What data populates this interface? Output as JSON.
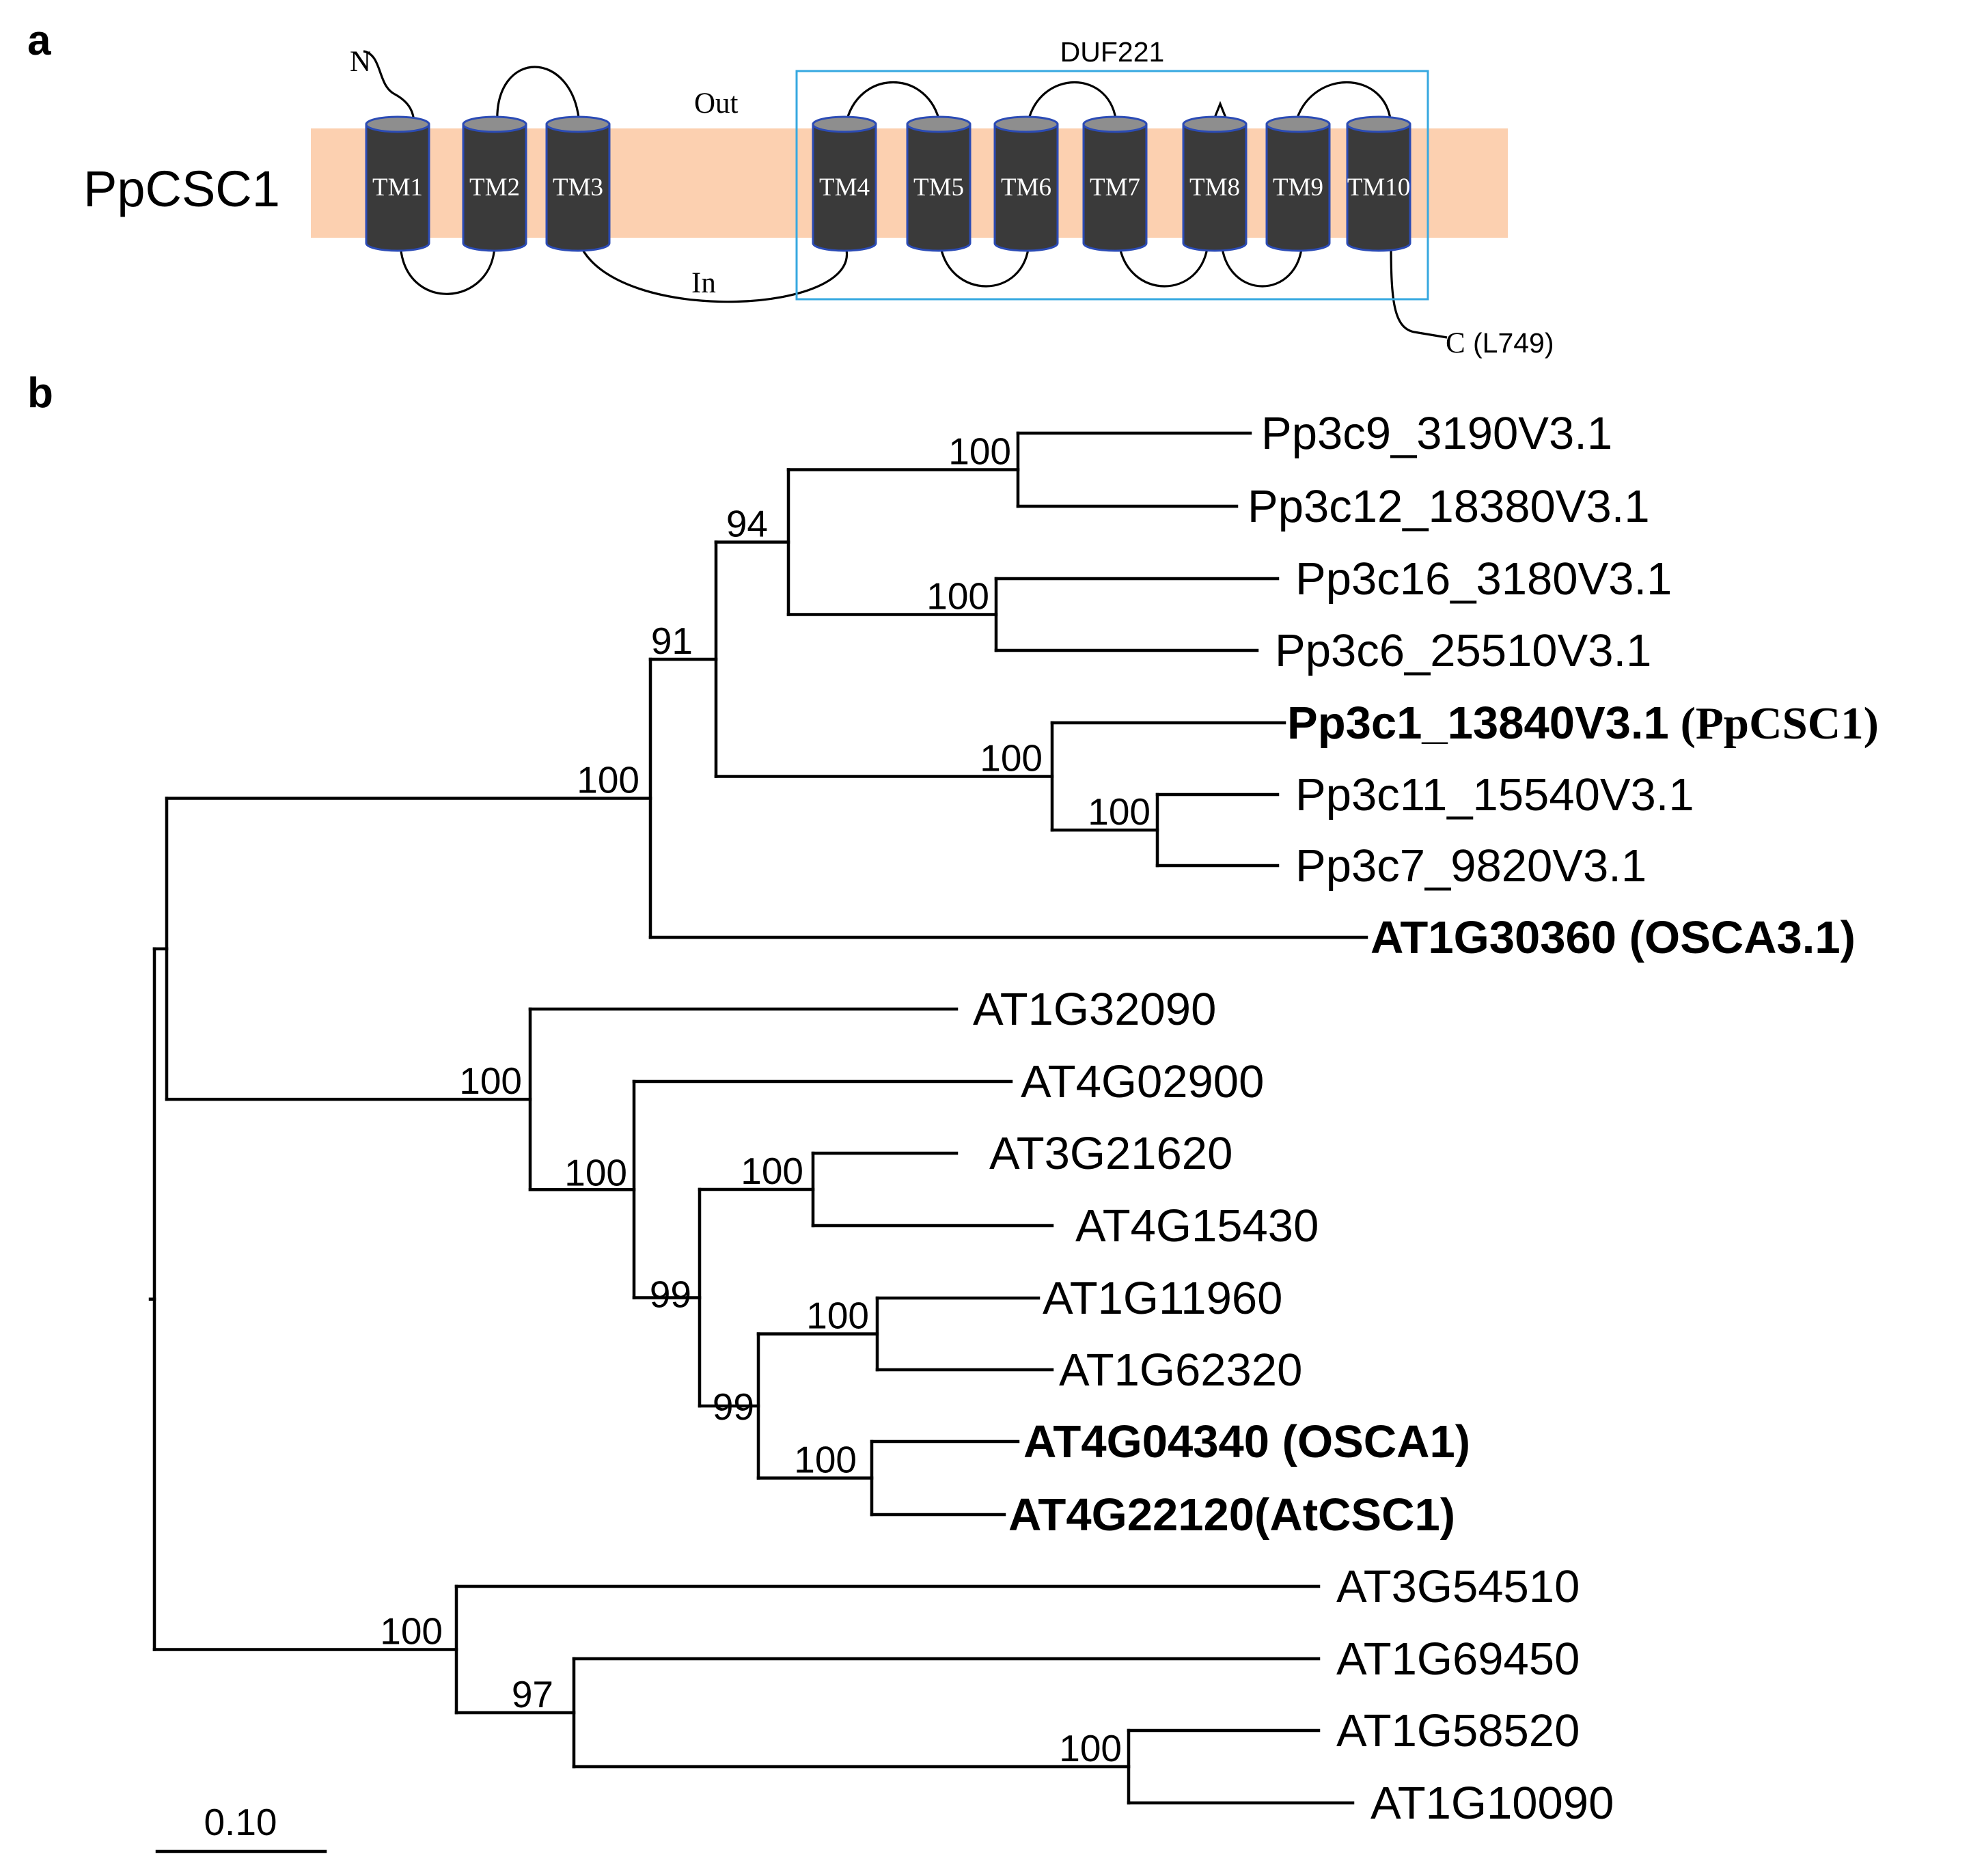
{
  "panel_a": {
    "label": "a",
    "protein": "PpCSC1",
    "n_terminus": "N",
    "c_terminus": "C",
    "c_terminus_residue": "(L749)",
    "side_out": "Out",
    "side_in": "In",
    "domain": "DUF221",
    "helices": [
      "TM1",
      "TM2",
      "TM3",
      "TM4",
      "TM5",
      "TM6",
      "TM7",
      "TM8",
      "TM9",
      "TM10"
    ],
    "colors": {
      "membrane": "#fcd0b0",
      "helix_fill": "#3a3a3a",
      "helix_top": "#8e8e8e",
      "helix_outline": "#2b4bb5",
      "domain_box": "#36a8e0"
    }
  },
  "panel_b": {
    "label": "b",
    "scale_bar_label": "0.10",
    "leaves": [
      {
        "id": "L1",
        "label": "Pp3c9_3190V3.1",
        "bold": false
      },
      {
        "id": "L2",
        "label": "Pp3c12_18380V3.1",
        "bold": false
      },
      {
        "id": "L3",
        "label": "Pp3c16_3180V3.1",
        "bold": false
      },
      {
        "id": "L4",
        "label": "Pp3c6_25510V3.1",
        "bold": false
      },
      {
        "id": "L5",
        "label": "Pp3c1_13840V3.1",
        "suffix": "(PpCSC1)",
        "bold": true,
        "color": "#e8262b"
      },
      {
        "id": "L6",
        "label": "Pp3c11_15540V3.1",
        "bold": false
      },
      {
        "id": "L7",
        "label": "Pp3c7_9820V3.1",
        "bold": false
      },
      {
        "id": "L8",
        "label": "AT1G30360 (OSCA3.1)",
        "bold": true
      },
      {
        "id": "L9",
        "label": "AT1G32090",
        "bold": false
      },
      {
        "id": "L10",
        "label": "AT4G02900",
        "bold": false
      },
      {
        "id": "L11",
        "label": "AT3G21620",
        "bold": false
      },
      {
        "id": "L12",
        "label": "AT4G15430",
        "bold": false
      },
      {
        "id": "L13",
        "label": "AT1G11960",
        "bold": false
      },
      {
        "id": "L14",
        "label": "AT1G62320",
        "bold": false
      },
      {
        "id": "L15",
        "label": "AT4G04340 (OSCA1)",
        "bold": true
      },
      {
        "id": "L16",
        "label": "AT4G22120(AtCSC1)",
        "bold": true
      },
      {
        "id": "L17",
        "label": "AT3G54510",
        "bold": false
      },
      {
        "id": "L18",
        "label": "AT1G69450",
        "bold": false
      },
      {
        "id": "L19",
        "label": "AT1G58520",
        "bold": false
      },
      {
        "id": "L20",
        "label": "AT1G10090",
        "bold": false
      }
    ],
    "bootstrap": [
      {
        "node": "N1_2",
        "value": "100"
      },
      {
        "node": "N3_4",
        "value": "100"
      },
      {
        "node": "N1_4",
        "value": "94"
      },
      {
        "node": "N6_7",
        "value": "100"
      },
      {
        "node": "N5_7",
        "value": "100"
      },
      {
        "node": "N1_7",
        "value": "91"
      },
      {
        "node": "N1_8",
        "value": "100"
      },
      {
        "node": "N11_12",
        "value": "100"
      },
      {
        "node": "N13_14",
        "value": "100"
      },
      {
        "node": "N15_16",
        "value": "100"
      },
      {
        "node": "N13_16",
        "value": "99"
      },
      {
        "node": "N11_16",
        "value": "99"
      },
      {
        "node": "N10_16",
        "value": "100"
      },
      {
        "node": "N9_16",
        "value": "100"
      },
      {
        "node": "N19_20",
        "value": "100"
      },
      {
        "node": "N18_20",
        "value": "97"
      },
      {
        "node": "N17_20",
        "value": "100"
      }
    ]
  }
}
